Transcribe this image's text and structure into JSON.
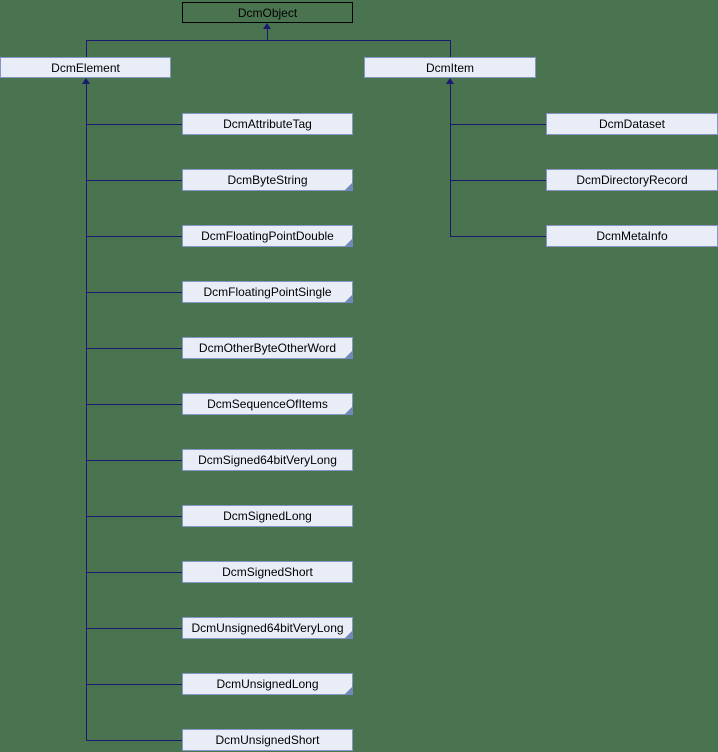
{
  "diagram": {
    "type": "class-inheritance-graph",
    "root": {
      "label": "DcmObject"
    },
    "parents": [
      {
        "label": "DcmElement"
      },
      {
        "label": "DcmItem"
      }
    ],
    "element_children": [
      {
        "label": "DcmAttributeTag",
        "truncated": false
      },
      {
        "label": "DcmByteString",
        "truncated": true
      },
      {
        "label": "DcmFloatingPointDouble",
        "truncated": true
      },
      {
        "label": "DcmFloatingPointSingle",
        "truncated": true
      },
      {
        "label": "DcmOtherByteOtherWord",
        "truncated": true
      },
      {
        "label": "DcmSequenceOfItems",
        "truncated": true
      },
      {
        "label": "DcmSigned64bitVeryLong",
        "truncated": false
      },
      {
        "label": "DcmSignedLong",
        "truncated": false
      },
      {
        "label": "DcmSignedShort",
        "truncated": false
      },
      {
        "label": "DcmUnsigned64bitVeryLong",
        "truncated": true
      },
      {
        "label": "DcmUnsignedLong",
        "truncated": true
      },
      {
        "label": "DcmUnsignedShort",
        "truncated": false
      }
    ],
    "item_children": [
      {
        "label": "DcmDataset"
      },
      {
        "label": "DcmDirectoryRecord"
      },
      {
        "label": "DcmMetaInfo"
      }
    ],
    "colors": {
      "background": "#4a734f",
      "node_fill": "#e9edf8",
      "node_border": "#8595c2",
      "root_border": "#000000",
      "edge": "#191970",
      "fold_marker": "#7488b8"
    }
  }
}
